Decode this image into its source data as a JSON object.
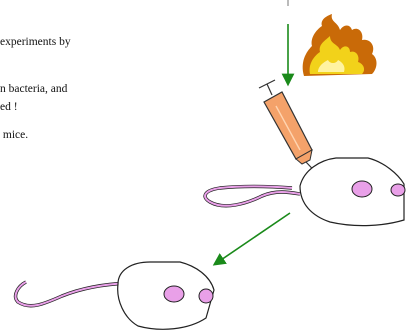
{
  "text": {
    "lines": [
      "experiments by",
      "n bacteria, and",
      " mice."
    ],
    "caption": "ed !"
  },
  "colors": {
    "arrow": "#1a8a1a",
    "syringe_body": "#f4a26a",
    "syringe_outline": "#333333",
    "mouse_body": "#ffffff",
    "mouse_ear": "#e9a0e8",
    "mouse_tail": "#e9a0e8",
    "flame_yellow": "#f2d21a",
    "flame_orange": "#c96a08"
  }
}
